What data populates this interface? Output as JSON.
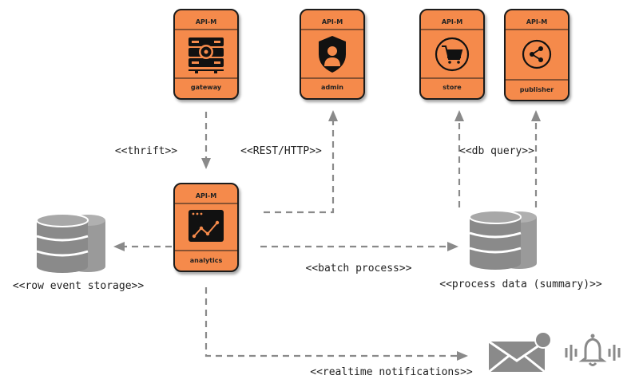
{
  "components": {
    "gateway": {
      "header": "API-M",
      "label": "gateway"
    },
    "admin": {
      "header": "API-M",
      "label": "admin"
    },
    "store": {
      "header": "API-M",
      "label": "store"
    },
    "publisher": {
      "header": "API-M",
      "label": "publisher"
    },
    "analytics": {
      "header": "API-M",
      "label": "analytics"
    }
  },
  "edges": {
    "thrift": "<<thrift>>",
    "rest_http": "<<REST/HTTP>>",
    "db_query": "<<db query>>",
    "batch_process": "<<batch process>>",
    "realtime_notifications": "<<realtime notifications>>"
  },
  "storages": {
    "row_event": "<<row event storage>>",
    "process_data": "<<process data (summary)>>"
  },
  "colors": {
    "box_fill": "#f58a4b",
    "box_stroke": "#1a1a1a",
    "connector": "#8a8a8a",
    "database": "#8c8c8c"
  },
  "icons": {
    "gateway": "server-gear-icon",
    "admin": "admin-shield-icon",
    "store": "shopping-cart-icon",
    "publisher": "share-icon",
    "analytics": "line-chart-window-icon",
    "email": "envelope-icon",
    "alarm": "bell-icon"
  }
}
